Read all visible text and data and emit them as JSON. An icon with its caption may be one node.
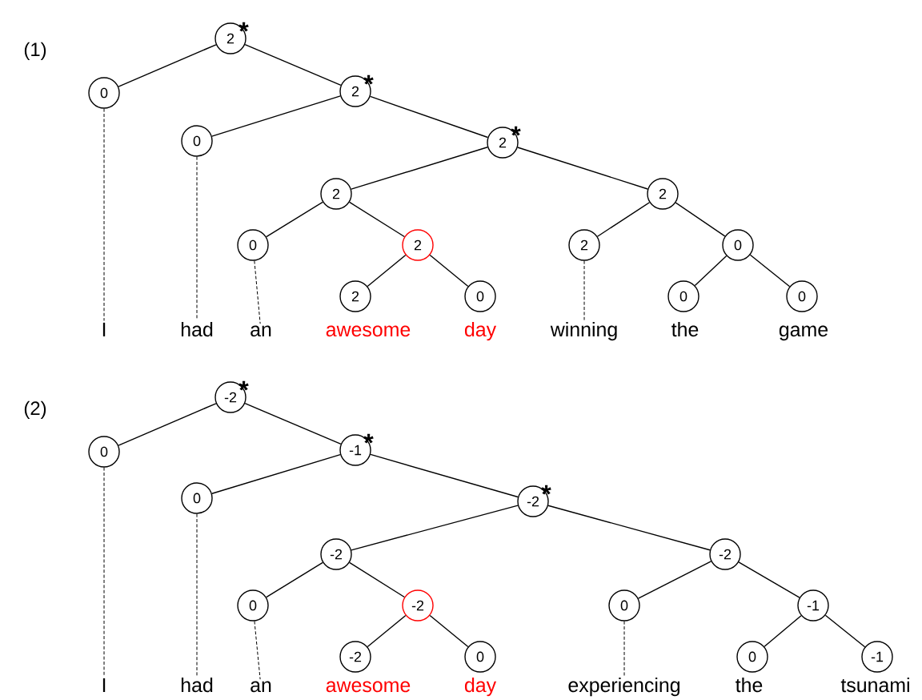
{
  "diagram": {
    "nodes": [
      {
        "text": [
          "2"
        ],
        "beside": [
          "*"
        ]
      },
      {
        "text": [
          "0"
        ]
      },
      {
        "text": [
          "2"
        ],
        "beside": [
          "*"
        ]
      },
      {
        "text": [
          "0"
        ]
      },
      {
        "text": [
          "2"
        ],
        "beside": [
          "*"
        ]
      },
      {
        "text": [
          "2"
        ]
      },
      {
        "text": [
          "2"
        ]
      },
      {
        "text": [
          "0"
        ]
      },
      {
        "text": [
          "2"
        ]
      },
      {
        "text": [
          "2"
        ]
      },
      {
        "text": [
          "0"
        ]
      },
      {
        "text": [
          "2"
        ]
      },
      {
        "text": [
          "0"
        ]
      },
      {
        "text": [
          "0"
        ]
      },
      {
        "text": [
          "0"
        ]
      },
      {
        "text": [
          "I"
        ]
      },
      {
        "text": [
          "had"
        ]
      },
      {
        "text": [
          "an"
        ]
      },
      {
        "text": [
          "winning"
        ]
      },
      {
        "text": [
          "-2"
        ],
        "beside": [
          "*"
        ]
      },
      {
        "text": [
          "0"
        ]
      },
      {
        "text": [
          "-1"
        ],
        "beside": [
          "*"
        ]
      },
      {
        "text": [
          "0"
        ]
      },
      {
        "text": [
          "-2"
        ],
        "beside": [
          "*"
        ]
      },
      {
        "text": [
          "-2"
        ]
      },
      {
        "text": [
          "-2"
        ]
      },
      {
        "text": [
          "0"
        ]
      },
      {
        "text": [
          "-2"
        ]
      },
      {
        "text": [
          "0"
        ]
      },
      {
        "text": [
          "-1"
        ]
      },
      {
        "text": [
          "-2"
        ]
      },
      {
        "text": [
          "0"
        ]
      },
      {
        "text": [
          "0"
        ]
      },
      {
        "text": [
          "-1"
        ]
      },
      {
        "text": [
          "I"
        ]
      },
      {
        "text": [
          "had"
        ]
      },
      {
        "text": [
          "an"
        ]
      },
      {
        "text": [
          "experiencing"
        ]
      }
    ],
    "edges": [
      {
        "from": 0,
        "to": 1,
        "arrow": "none"
      },
      {
        "from": 0,
        "to": 2,
        "arrow": "none"
      },
      {
        "from": 2,
        "to": 3,
        "arrow": "none"
      },
      {
        "from": 2,
        "to": 4,
        "arrow": "none"
      },
      {
        "from": 4,
        "to": 5,
        "arrow": "none"
      },
      {
        "from": 4,
        "to": 6,
        "arrow": "none"
      },
      {
        "from": 5,
        "to": 7,
        "arrow": "none"
      },
      {
        "from": 5,
        "to": 8,
        "arrow": "none"
      },
      {
        "from": 8,
        "to": 11,
        "arrow": "none"
      },
      {
        "from": 8,
        "to": 12,
        "arrow": "none"
      },
      {
        "from": 6,
        "to": 9,
        "arrow": "none"
      },
      {
        "from": 6,
        "to": 10,
        "arrow": "none"
      },
      {
        "from": 10,
        "to": 13,
        "arrow": "none"
      },
      {
        "from": 10,
        "to": 14,
        "arrow": "none"
      },
      {
        "from": 1,
        "to": 15,
        "arrow": "none",
        "style": "dashed"
      },
      {
        "from": 3,
        "to": 16,
        "arrow": "none",
        "style": "dashed"
      },
      {
        "from": 7,
        "to": 17,
        "arrow": "none",
        "style": "dashed"
      },
      {
        "from": 9,
        "to": 18,
        "arrow": "none",
        "style": "dashed"
      },
      {
        "from": 19,
        "to": 20,
        "arrow": "none"
      },
      {
        "from": 19,
        "to": 21,
        "arrow": "none"
      },
      {
        "from": 21,
        "to": 22,
        "arrow": "none"
      },
      {
        "from": 21,
        "to": 23,
        "arrow": "none"
      },
      {
        "from": 23,
        "to": 24,
        "arrow": "none"
      },
      {
        "from": 23,
        "to": 25,
        "arrow": "none"
      },
      {
        "from": 24,
        "to": 26,
        "arrow": "none"
      },
      {
        "from": 24,
        "to": 27,
        "arrow": "none"
      },
      {
        "from": 27,
        "to": 30,
        "arrow": "none"
      },
      {
        "from": 27,
        "to": 31,
        "arrow": "none"
      },
      {
        "from": 25,
        "to": 28,
        "arrow": "none"
      },
      {
        "from": 25,
        "to": 29,
        "arrow": "none"
      },
      {
        "from": 29,
        "to": 32,
        "arrow": "none"
      },
      {
        "from": 29,
        "to": 33,
        "arrow": "none"
      },
      {
        "from": 20,
        "to": 34,
        "arrow": "none",
        "style": "dashed"
      },
      {
        "from": 22,
        "to": 35,
        "arrow": "none",
        "style": "dashed"
      },
      {
        "from": 26,
        "to": 36,
        "arrow": "none",
        "style": "dashed"
      },
      {
        "from": 28,
        "to": 37,
        "arrow": "none",
        "style": "dashed"
      }
    ],
    "labels": [
      "(1)",
      "awesome",
      "day",
      "the",
      "game",
      "(2)",
      "awesome",
      "day",
      "the",
      "tsunami"
    ]
  }
}
